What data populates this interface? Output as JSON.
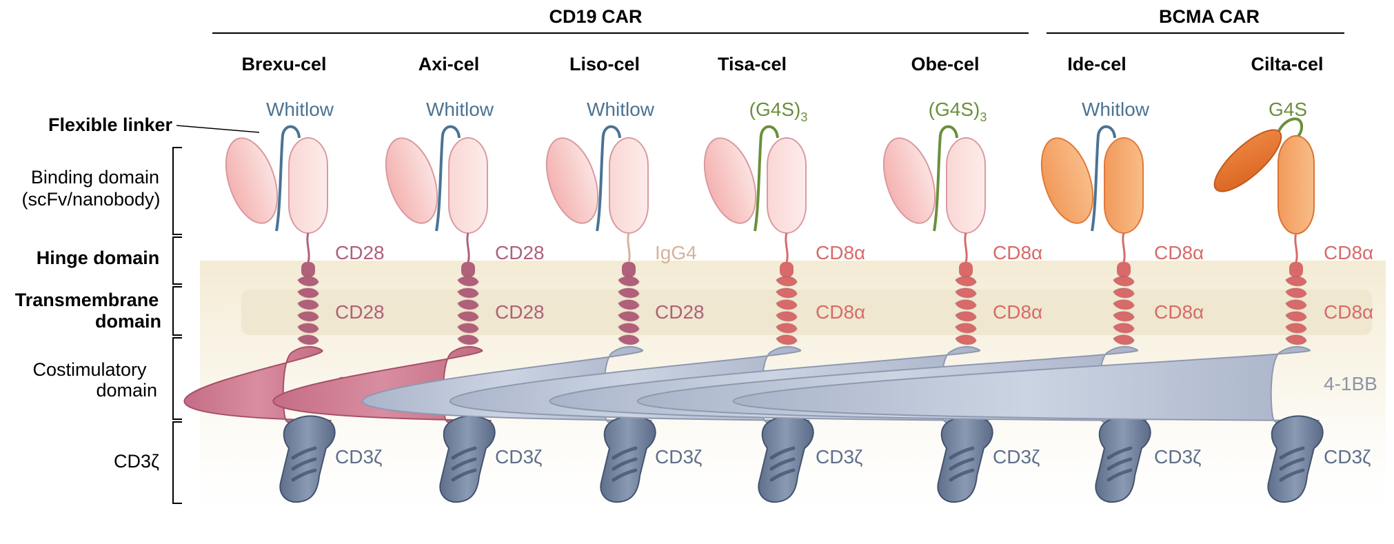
{
  "groups": [
    {
      "title": "CD19 CAR"
    },
    {
      "title": "BCMA CAR"
    }
  ],
  "row_labels": {
    "flexible_linker": "Flexible linker",
    "binding": [
      "Binding domain",
      "(scFv/nanobody)"
    ],
    "hinge": "Hinge domain",
    "transmembrane": [
      "Transmembrane",
      "domain"
    ],
    "costimulatory": [
      "Costimulatory",
      "domain"
    ],
    "cd3z": "CD3ζ"
  },
  "colors": {
    "whitlow": "#4a7393",
    "g4s": "#6a8f3a",
    "cd28": "#b0607a",
    "cd8a": "#d86a6a",
    "igg4": "#d6b29a",
    "bb41": "#8d96a6",
    "cd3z": "#5e6f8c",
    "membrane": "#efe7cf",
    "scfv_pink": "#f6c3c1",
    "scfv_orange": "#f4a86e",
    "nanobody_dark": "#e8722e"
  },
  "products": [
    {
      "name": "Brexu-cel",
      "group": "CD19 CAR",
      "linker": {
        "text": "Whitlow",
        "sub": "",
        "type": "whitlow"
      },
      "binder": "scfv",
      "hinge": "CD28",
      "tm": "CD28",
      "costim": "CD28",
      "signal": "CD3ζ"
    },
    {
      "name": "Axi-cel",
      "group": "CD19 CAR",
      "linker": {
        "text": "Whitlow",
        "sub": "",
        "type": "whitlow"
      },
      "binder": "scfv",
      "hinge": "CD28",
      "tm": "CD28",
      "costim": "CD28",
      "signal": "CD3ζ"
    },
    {
      "name": "Liso-cel",
      "group": "CD19 CAR",
      "linker": {
        "text": "Whitlow",
        "sub": "",
        "type": "whitlow"
      },
      "binder": "scfv",
      "hinge": "IgG4",
      "tm": "CD28",
      "costim": "4-1BB",
      "signal": "CD3ζ"
    },
    {
      "name": "Tisa-cel",
      "group": "CD19 CAR",
      "linker": {
        "text": "(G4S)",
        "sub": "3",
        "type": "g4s"
      },
      "binder": "scfv",
      "hinge": "CD8α",
      "tm": "CD8α",
      "costim": "4-1BB",
      "signal": "CD3ζ"
    },
    {
      "name": "Obe-cel",
      "group": "CD19 CAR",
      "linker": {
        "text": "(G4S)",
        "sub": "3",
        "type": "g4s"
      },
      "binder": "scfv",
      "hinge": "CD8α",
      "tm": "CD8α",
      "costim": "4-1BB",
      "signal": "CD3ζ"
    },
    {
      "name": "Ide-cel",
      "group": "BCMA CAR",
      "linker": {
        "text": "Whitlow",
        "sub": "",
        "type": "whitlow"
      },
      "binder": "scfv-orange",
      "hinge": "CD8α",
      "tm": "CD8α",
      "costim": "4-1BB",
      "signal": "CD3ζ"
    },
    {
      "name": "Cilta-cel",
      "group": "BCMA CAR",
      "linker": {
        "text": "G4S",
        "sub": "",
        "type": "g4s"
      },
      "binder": "nanobody",
      "hinge": "CD8α",
      "tm": "CD8α",
      "costim": "4-1BB",
      "signal": "CD3ζ"
    }
  ]
}
